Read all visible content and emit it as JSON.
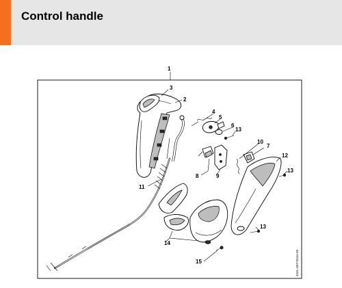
{
  "header": {
    "title": "Control handle",
    "accent_color": "#f37021",
    "band_color": "#e6e6e6"
  },
  "diagram": {
    "callouts": {
      "c1": "1",
      "c2": "2",
      "c3": "3",
      "c4": "4",
      "c5": "5",
      "c6": "6",
      "c7": "7",
      "c8": "8",
      "c9": "9",
      "c10": "10",
      "c11": "11",
      "c12": "12",
      "c13a": "13",
      "c13b": "13",
      "c13c": "13",
      "c14": "14",
      "c15": "15"
    },
    "reference_code": "4241-GET-0134-A0"
  }
}
